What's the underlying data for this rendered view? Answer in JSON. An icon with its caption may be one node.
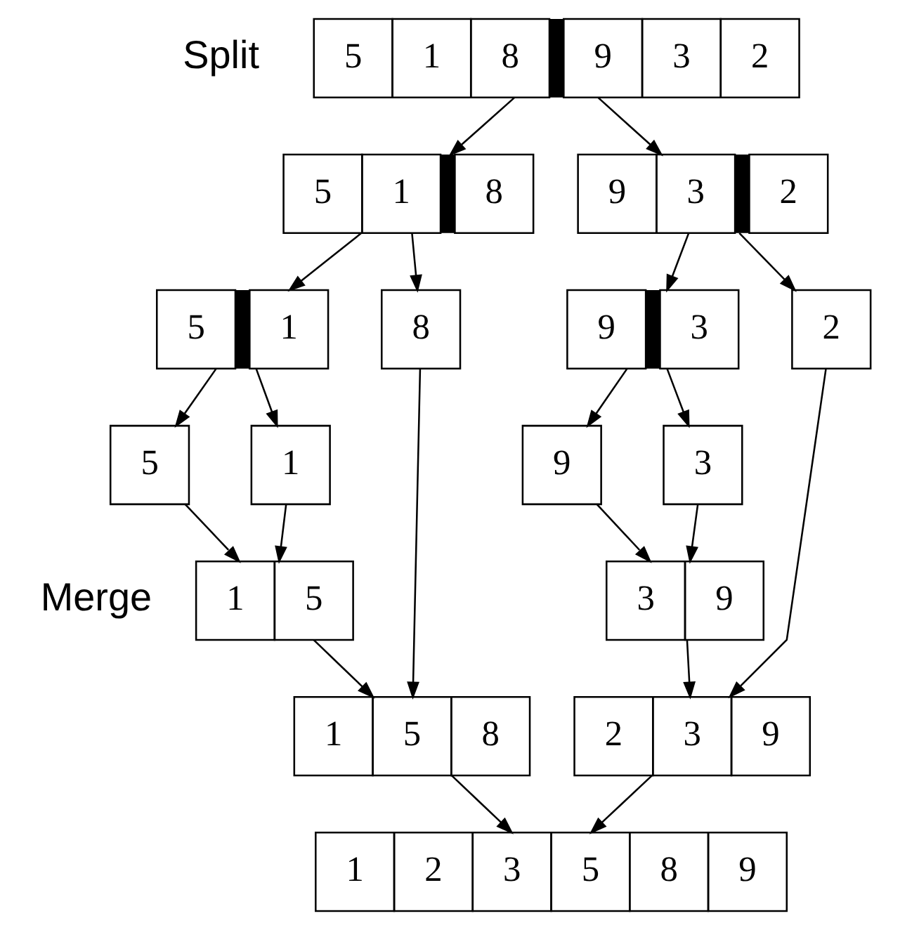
{
  "diagram": {
    "nodes": [
      {
        "text": [
          "5",
          "1",
          "8",
          "9",
          "3",
          "2"
        ]
      },
      {
        "text": [
          "5",
          "1",
          "8"
        ]
      },
      {
        "text": [
          "9",
          "3",
          "2"
        ]
      },
      {
        "text": [
          "5",
          "1"
        ]
      },
      {
        "text": [
          "8"
        ]
      },
      {
        "text": [
          "9",
          "3"
        ]
      },
      {
        "text": [
          "2"
        ]
      },
      {
        "text": [
          "5"
        ]
      },
      {
        "text": [
          "1"
        ]
      },
      {
        "text": [
          "9"
        ]
      },
      {
        "text": [
          "3"
        ]
      },
      {
        "text": [
          "1",
          "5"
        ]
      },
      {
        "text": [
          "3",
          "9"
        ]
      },
      {
        "text": [
          "1",
          "5",
          "8"
        ]
      },
      {
        "text": [
          "2",
          "3",
          "9"
        ]
      },
      {
        "text": [
          "1",
          "2",
          "3",
          "5",
          "8",
          "9"
        ]
      }
    ],
    "edges": [
      {
        "from": 0,
        "to": 1,
        "arrow": "to"
      },
      {
        "from": 0,
        "to": 2,
        "arrow": "to"
      },
      {
        "from": 1,
        "to": 3,
        "arrow": "to"
      },
      {
        "from": 1,
        "to": 4,
        "arrow": "to"
      },
      {
        "from": 2,
        "to": 5,
        "arrow": "to"
      },
      {
        "from": 2,
        "to": 6,
        "arrow": "to"
      },
      {
        "from": 3,
        "to": 7,
        "arrow": "to"
      },
      {
        "from": 3,
        "to": 8,
        "arrow": "to"
      },
      {
        "from": 5,
        "to": 9,
        "arrow": "to"
      },
      {
        "from": 5,
        "to": 10,
        "arrow": "to"
      },
      {
        "from": 7,
        "to": 11,
        "arrow": "to"
      },
      {
        "from": 8,
        "to": 11,
        "arrow": "to"
      },
      {
        "from": 4,
        "to": 13,
        "arrow": "to"
      },
      {
        "from": 9,
        "to": 12,
        "arrow": "to"
      },
      {
        "from": 10,
        "to": 12,
        "arrow": "to"
      },
      {
        "from": 11,
        "to": 13,
        "arrow": "to"
      },
      {
        "from": 6,
        "to": 14,
        "arrow": "to"
      },
      {
        "from": 12,
        "to": 14,
        "arrow": "to"
      },
      {
        "from": 13,
        "to": 15,
        "arrow": "to"
      },
      {
        "from": 14,
        "to": 15,
        "arrow": "to"
      }
    ],
    "labels": [
      "Split",
      "Merge"
    ]
  }
}
